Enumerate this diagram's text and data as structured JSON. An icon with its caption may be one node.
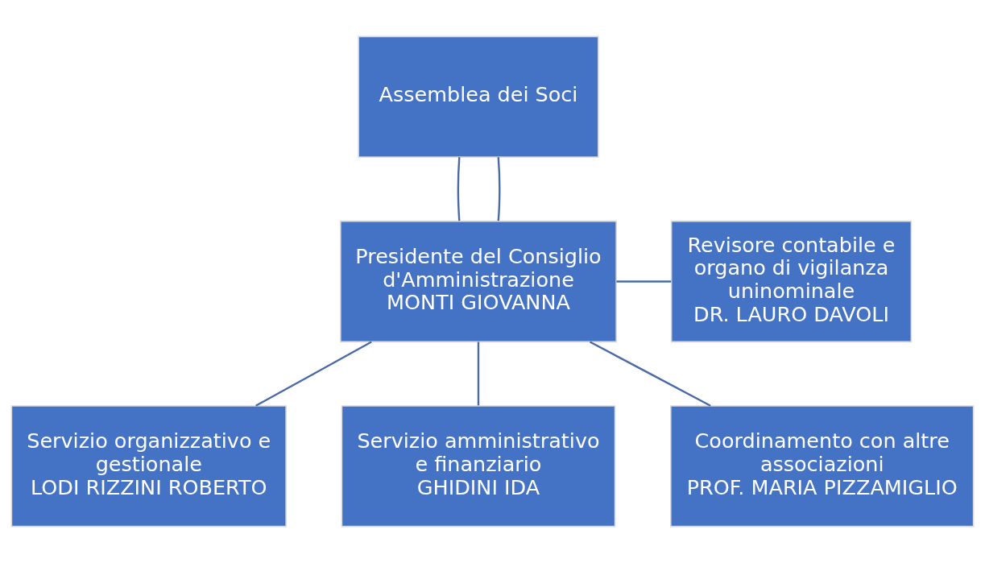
{
  "diagram": {
    "nodes": [
      {
        "text": [
          "Assemblea dei Soci"
        ]
      },
      {
        "text": [
          "Presidente del Consiglio d'Amministrazione",
          "MONTI GIOVANNA"
        ]
      },
      {
        "text": [
          "Revisore contabile e organo di vigilanza uninominale",
          "DR. LAURO DAVOLI"
        ]
      },
      {
        "text": [
          "Servizio organizzativo e gestionale",
          "LODI RIZZINI ROBERTO"
        ]
      },
      {
        "text": [
          "Servizio amministrativo e finanziario",
          "GHIDINI IDA"
        ]
      },
      {
        "text": [
          "Coordinamento con altre associazioni",
          "PROF. MARIA PIZZAMIGLIO"
        ]
      }
    ],
    "edges": [
      {
        "from": 0,
        "to": 1,
        "arrow": "none"
      },
      {
        "from": 0,
        "to": 1,
        "arrow": "none"
      },
      {
        "from": 1,
        "to": 2,
        "arrow": "none"
      },
      {
        "from": 1,
        "to": 3,
        "arrow": "none"
      },
      {
        "from": 1,
        "to": 4,
        "arrow": "none"
      },
      {
        "from": 1,
        "to": 5,
        "arrow": "none"
      }
    ]
  }
}
